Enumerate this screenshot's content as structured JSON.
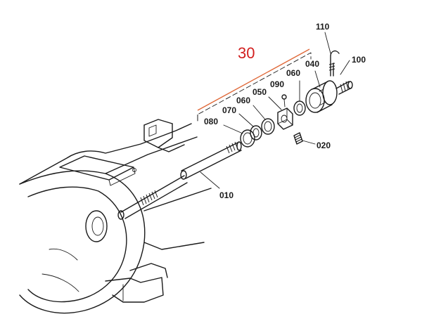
{
  "group_label": "30",
  "colors": {
    "group": "#d21f1f",
    "bracket": "#e06a3a",
    "ink": "#1a1a1a"
  },
  "callouts": {
    "p010": "010",
    "p020": "020",
    "p040": "040",
    "p050": "050",
    "p060a": "060",
    "p060b": "060",
    "p070": "070",
    "p080": "080",
    "p090": "090",
    "p100": "100",
    "p110": "110"
  }
}
